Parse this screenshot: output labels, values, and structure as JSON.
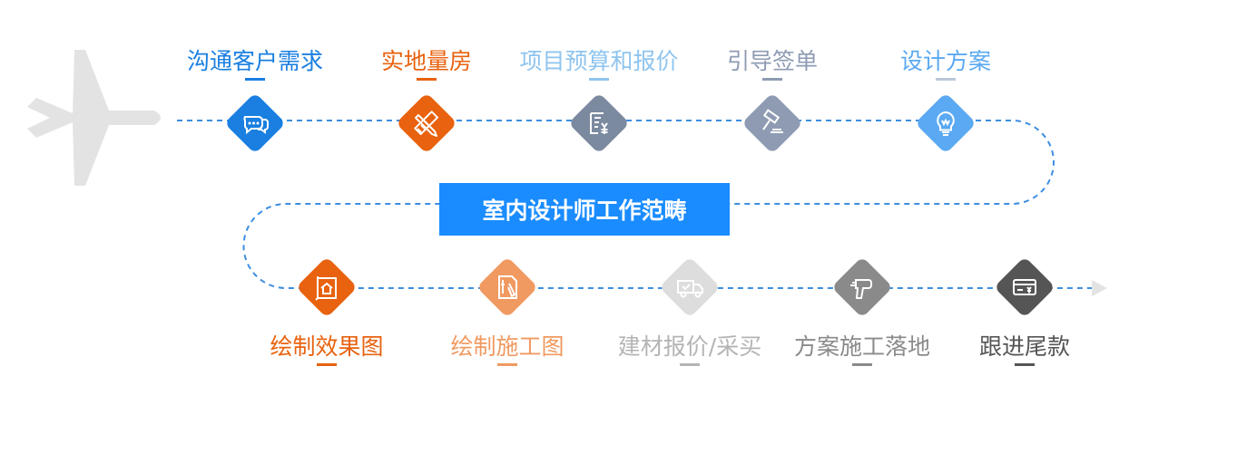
{
  "title": "室内设计师工作范畴",
  "colors": {
    "path": "#3d8ee0",
    "plane": "#e3e3e3",
    "arrow": "#e3e3e3"
  },
  "steps_top": [
    {
      "label": "沟通客户需求",
      "color": "#1a7fe0",
      "icon": "chat-bubbles-icon"
    },
    {
      "label": "实地量房",
      "color": "#e8620f",
      "icon": "ruler-pencil-icon"
    },
    {
      "label": "项目预算和报价",
      "color": "#8fc4ee",
      "icon": "budget-list-icon"
    },
    {
      "label": "引导签单",
      "color": "#8e9bb3",
      "icon": "gavel-icon"
    },
    {
      "label": "设计方案",
      "color": "#5aa9f2",
      "icon": "lightbulb-icon"
    }
  ],
  "steps_bottom": [
    {
      "label": "绘制效果图",
      "color": "#e8620f",
      "icon": "house-blueprint-icon"
    },
    {
      "label": "绘制施工图",
      "color": "#f09a62",
      "icon": "drawing-tools-icon"
    },
    {
      "label": "建材报价/采买",
      "color": "#b4b4b4",
      "icon": "delivery-truck-icon"
    },
    {
      "label": "方案施工落地",
      "color": "#8a8a8a",
      "icon": "power-drill-icon"
    },
    {
      "label": "跟进尾款",
      "color": "#555555",
      "icon": "payment-card-icon"
    }
  ]
}
